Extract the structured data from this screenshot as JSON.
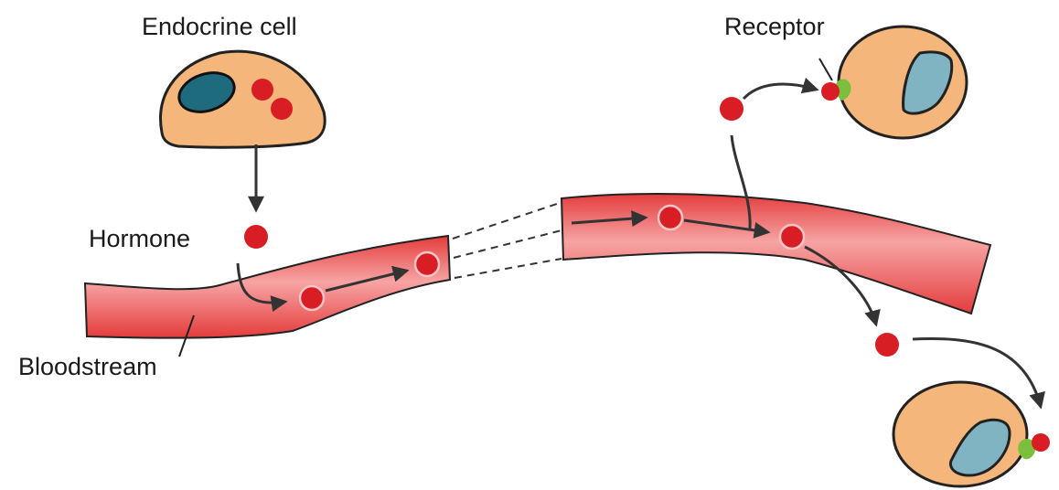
{
  "labels": {
    "endocrine_cell": "Endocrine cell",
    "receptor": "Receptor",
    "hormone": "Hormone",
    "bloodstream": "Bloodstream"
  },
  "colors": {
    "vessel": "#e43c3c",
    "vessel_highlight": "#f7a4a4",
    "cell_body": "#f4b67a",
    "nucleus_endocrine": "#1f6b7e",
    "nucleus_target": "#80b4c2",
    "hormone": "#d81e24",
    "receptor": "#7bbf3c",
    "arrow": "#333333"
  },
  "icons": {
    "endocrine_cell": "endocrine-cell-icon",
    "target_cell": "target-cell-icon",
    "hormone": "hormone-particle-icon",
    "receptor": "receptor-icon",
    "vessel": "blood-vessel-icon"
  }
}
